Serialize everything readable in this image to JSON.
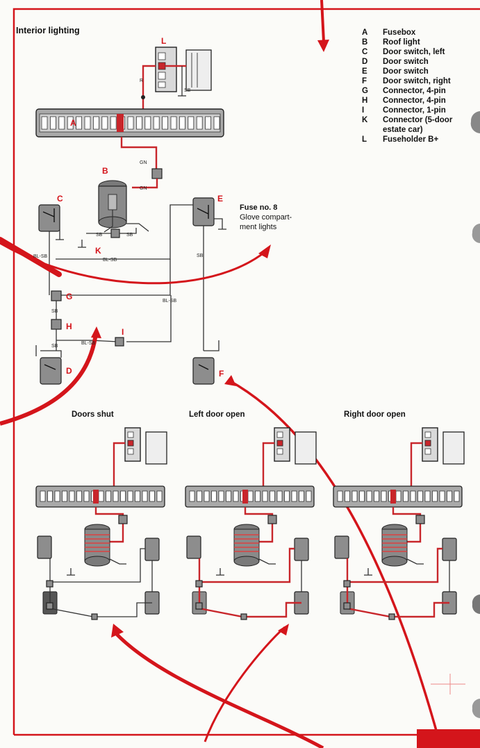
{
  "title": "Interior lighting",
  "legend": [
    {
      "key": "A",
      "text": "Fusebox"
    },
    {
      "key": "B",
      "text": "Roof light"
    },
    {
      "key": "C",
      "text": "Door switch, left"
    },
    {
      "key": "D",
      "text": "Door switch"
    },
    {
      "key": "E",
      "text": "Door switch"
    },
    {
      "key": "F",
      "text": "Door switch, right"
    },
    {
      "key": "G",
      "text": "Connector, 4-pin"
    },
    {
      "key": "H",
      "text": "Connector, 4-pin"
    },
    {
      "key": "I",
      "text": "Connector, 1-pin"
    },
    {
      "key": "K",
      "text": "Connector (5-door"
    },
    {
      "key": "",
      "text": "estate car)"
    },
    {
      "key": "L",
      "text": "Fuseholder B+"
    }
  ],
  "fuse_note": {
    "line1": "Fuse no. 8",
    "line2": "Glove compart-",
    "line3": "ment lights"
  },
  "component_labels": {
    "A": "A",
    "B": "B",
    "C": "C",
    "D": "D",
    "E": "E",
    "F": "F",
    "G": "G",
    "H": "H",
    "I": "I",
    "K": "K",
    "L": "L"
  },
  "wire_labels": {
    "sb": "SB",
    "bl_sb": "BL-SB",
    "gn": "GN",
    "r": "R"
  },
  "sub_diagrams": [
    "Doors shut",
    "Left door open",
    "Right door open"
  ],
  "colors": {
    "accent_red": "#d4151b",
    "frame_red": "#d4151b",
    "wire_live": "#c8262b"
  }
}
